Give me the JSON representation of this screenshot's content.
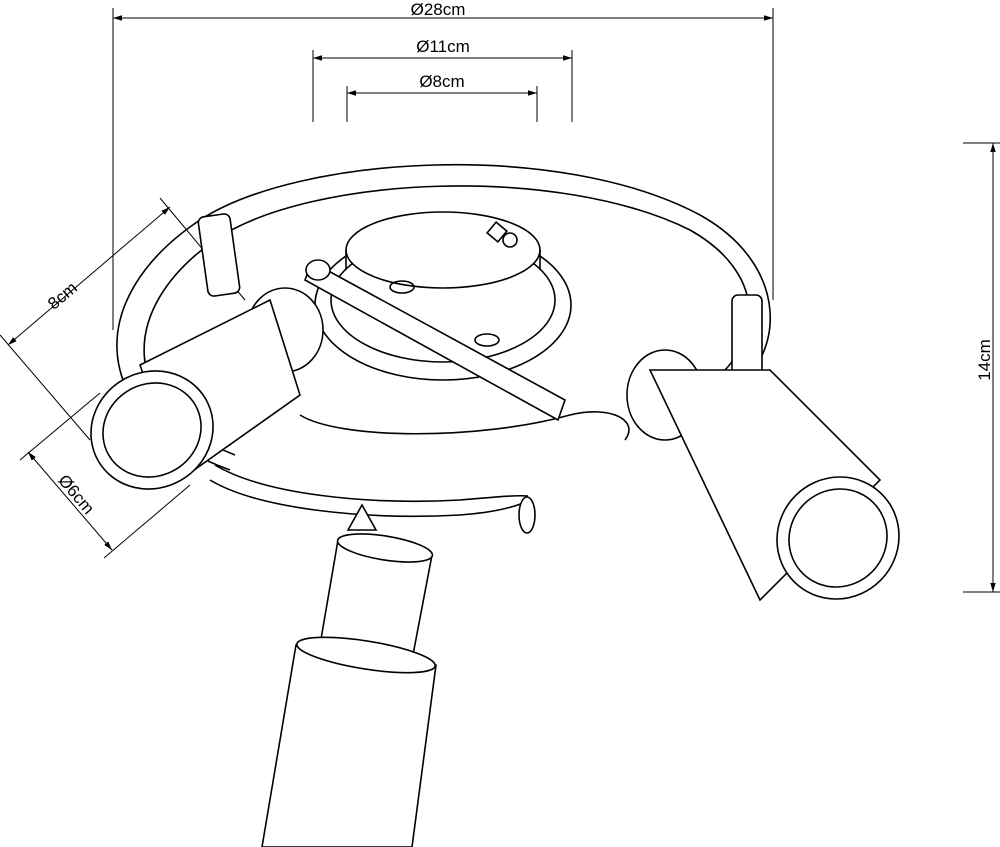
{
  "title": "Spotlight ceiling lamp dimension drawing",
  "dimensions": {
    "overall_diameter": "Ø28cm",
    "base_diameter": "Ø11cm",
    "mount_diameter": "Ø8cm",
    "spot_length": "8cm",
    "spot_diameter": "Ø6cm",
    "height": "14cm"
  }
}
